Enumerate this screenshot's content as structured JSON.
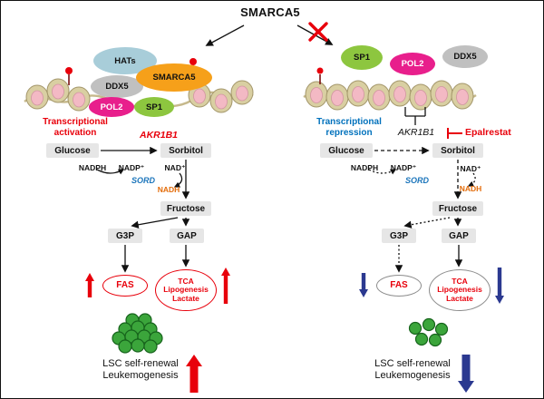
{
  "figure": {
    "title": "SMARCA5"
  },
  "proteins": {
    "hats": "HATs",
    "smarca5": "SMARCA5",
    "ddx5": "DDX5",
    "pol2": "POL2",
    "sp1": "SP1"
  },
  "metabolites": {
    "glucose": "Glucose",
    "sorbitol": "Sorbitol",
    "fructose": "Fructose",
    "g3p": "G3P",
    "gap": "GAP",
    "nadph": "NADPH",
    "nadp_plus": "NADP⁺",
    "nad_plus": "NAD⁺",
    "sord": "SORD",
    "nadh": "NADH"
  },
  "outputs": {
    "fas": "FAS",
    "tca": "TCA",
    "lipogenesis": "Lipogenesis",
    "lactate": "Lactate"
  },
  "left_panel": {
    "transcription_label": "Transcriptional activation",
    "gene": "AKR1B1",
    "footer_line1": "LSC self-renewal",
    "footer_line2": "Leukemogenesis"
  },
  "right_panel": {
    "transcription_label": "Transcriptional repression",
    "gene": "AKR1B1",
    "inhibitor": "Epalrestat",
    "footer_line1": "LSC self-renewal",
    "footer_line2": "Leukemogenesis"
  },
  "colors": {
    "activation_red": "#e8000b",
    "suppression_blue": "#2b3990",
    "repression_text_blue": "#0071bc",
    "sord_blue": "#1b75bb",
    "nadh_orange": "#e36c0a",
    "smarca5_orange": "#f6a01a",
    "pol2_pink": "#e81f8c",
    "sp1_green": "#8dc63f",
    "hats_blue": "#a8cdd9",
    "ddx5_gray": "#c0c0c0",
    "cell_green": "#3ba53b"
  }
}
